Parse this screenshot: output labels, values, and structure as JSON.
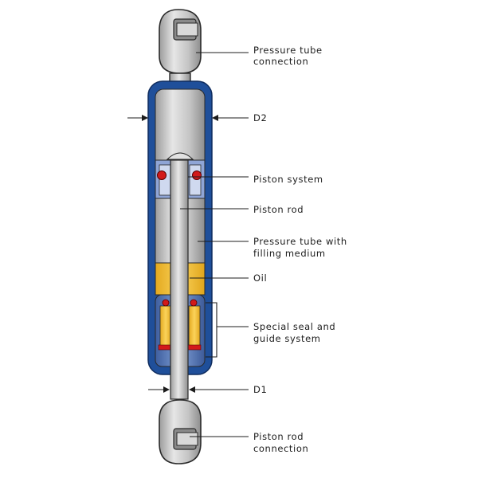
{
  "labels": {
    "pressure_tube_connection": [
      "Pressure tube",
      "connection"
    ],
    "d2": "D2",
    "piston_system": "Piston system",
    "piston_rod": "Piston rod",
    "pressure_tube_filling": [
      "Pressure tube with",
      "filling medium"
    ],
    "oil": "Oil",
    "special_seal": [
      "Special seal and",
      "guide system"
    ],
    "d1": "D1",
    "piston_rod_connection": [
      "Piston rod",
      "connection"
    ]
  },
  "colors": {
    "tube_blue": "#1f4f9a",
    "inner_blue": "#5f7fbf",
    "oil": "#f5c23a",
    "seal_red": "#d21a1a",
    "metal_gray": "#bdbdbd"
  }
}
